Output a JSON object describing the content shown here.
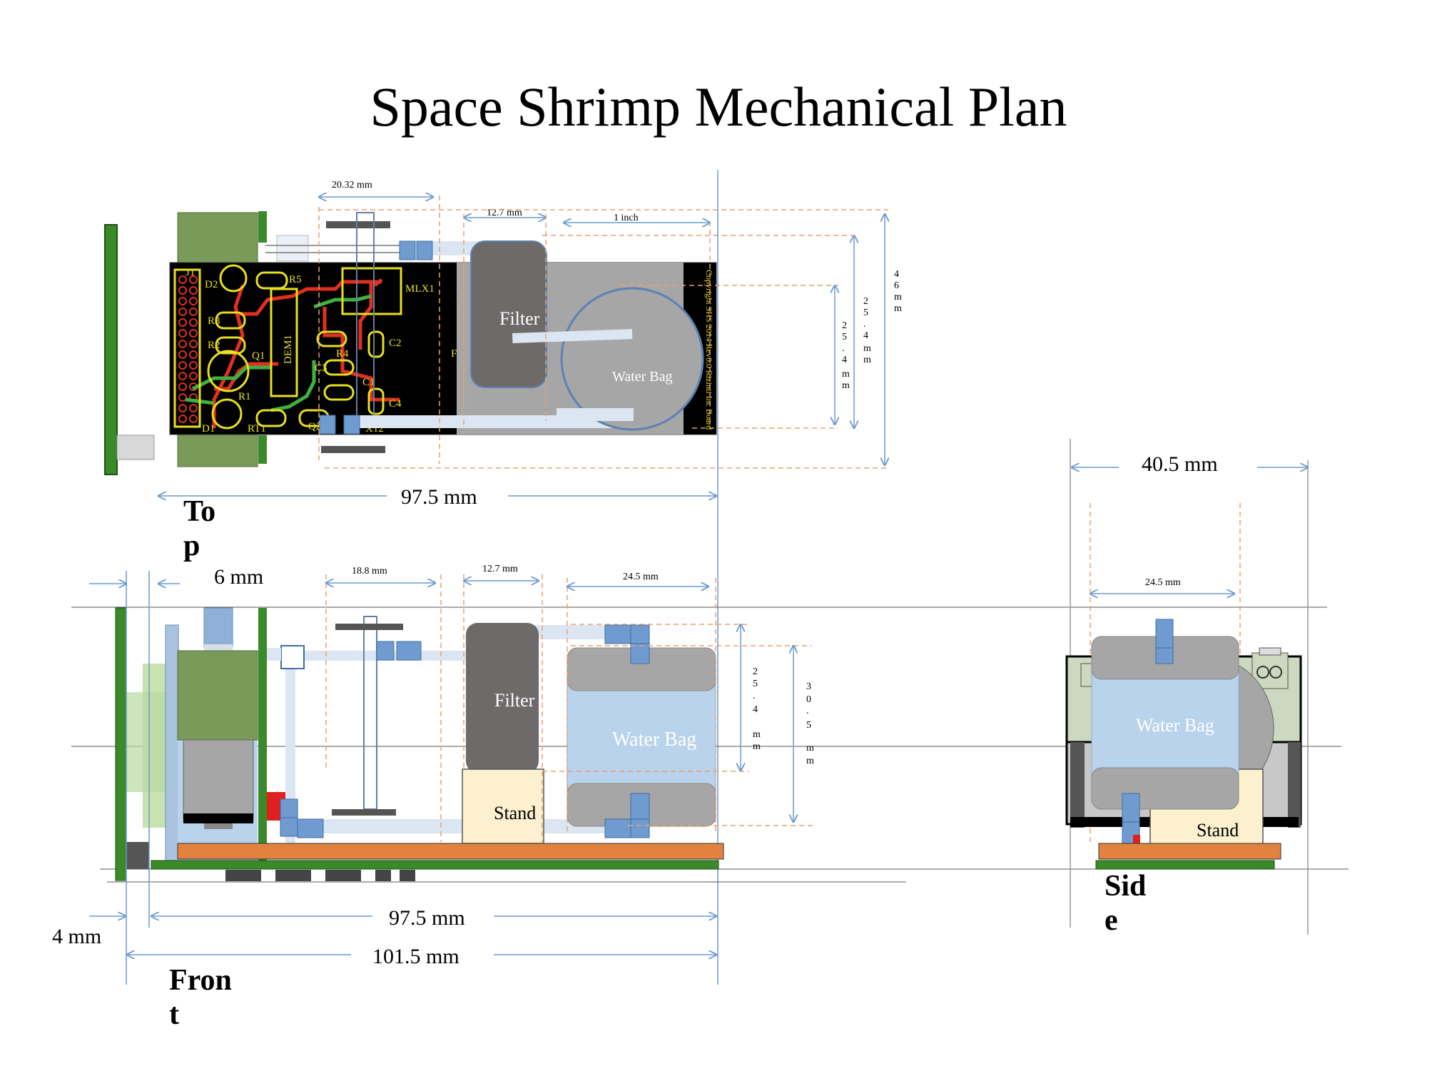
{
  "title": "Space Shrimp Mechanical Plan",
  "views": {
    "top": {
      "label_line1": "To",
      "label_line2": "p",
      "dims": {
        "d1": "20.32 mm",
        "d2": "12.7 mm",
        "d3": "1 inch",
        "total_width": "97.5 mm",
        "h_inner": [
          "2",
          "5",
          ".",
          "4",
          "m",
          "m"
        ],
        "h_mid": [
          "2",
          "5",
          ".",
          "4",
          "m",
          "m"
        ],
        "h_total": [
          "4",
          "6",
          "m",
          "m"
        ]
      },
      "filter_label": "Filter",
      "water_bag_label": "Water Bag",
      "pcb_labels": [
        "J1",
        "D2",
        "R5",
        "MLX1",
        "R3",
        "R2",
        "Q1",
        "DEM1",
        "R4",
        "C2",
        "C3",
        "C1",
        "R1",
        "C4",
        "D1",
        "RT1",
        "Q2",
        "X12",
        "F"
      ],
      "pcb_side_text": "Copyright SHS 2014 Rev0.0 Rizinti Inc Board"
    },
    "front": {
      "label_line1": "Fron",
      "label_line2": "t",
      "dims": {
        "d1": "18.8 mm",
        "d2": "12.7 mm",
        "d3": "24.5 mm",
        "left_6": "6 mm",
        "left_4": "4 mm",
        "width_975": "97.5 mm",
        "width_1015": "101.5 mm",
        "h_254": [
          "2",
          "5",
          ".",
          "4",
          "m",
          "m"
        ],
        "h_305": [
          "3",
          "0",
          ".",
          "5",
          "m",
          "m"
        ]
      },
      "filter_label": "Filter",
      "water_bag_label": "Water Bag",
      "stand_label": "Stand"
    },
    "side": {
      "label_line1": "Sid",
      "label_line2": "e",
      "dims": {
        "total_width": "40.5 mm",
        "bag_width": "24.5 mm"
      },
      "water_bag_label": "Water Bag",
      "stand_label": "Stand"
    }
  },
  "colors": {
    "pcb_board": "#000000",
    "connector_green": "#7a9a5a",
    "bright_green": "#3a8a2a",
    "filter_gray": "#6f6a6a",
    "bag_blue": "#b9d3ec",
    "bag_cap": "#a6a6a6",
    "fitting_blue": "#6f9bd0",
    "orange_plate": "#e2823f",
    "stand_cream": "#fcf0cf",
    "dim_blue": "#6a9ad0",
    "dim_orange": "#e8a070"
  }
}
